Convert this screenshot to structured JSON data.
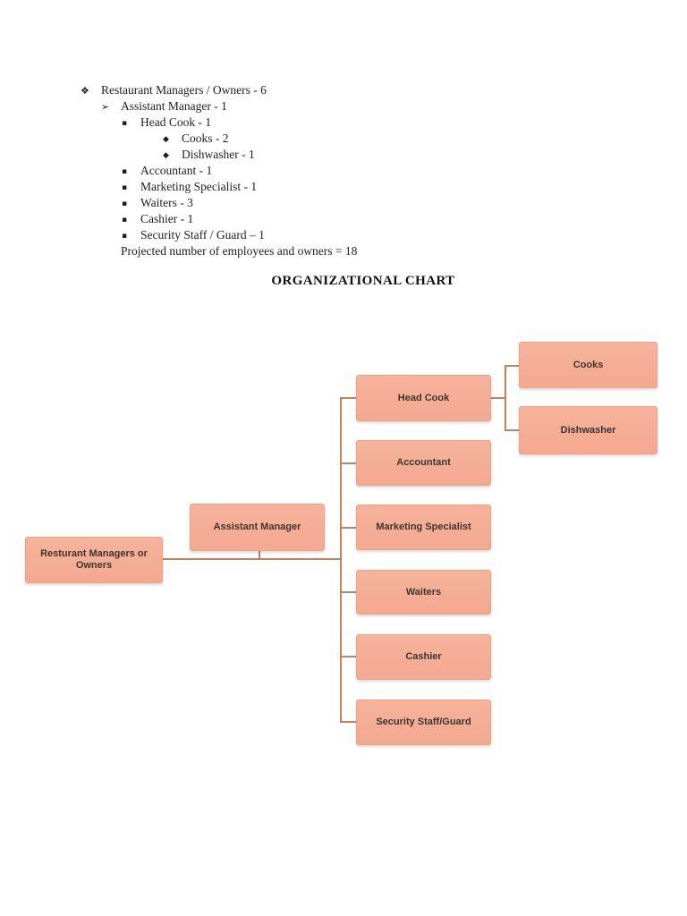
{
  "outline": {
    "items": [
      {
        "bullet": "❖",
        "label": "Restaurant Managers / Owners - 6"
      },
      {
        "bullet": "➢",
        "label": "Assistant Manager - 1"
      },
      {
        "bullet": "▪",
        "label": "Head Cook - 1"
      },
      {
        "bullet": "◆",
        "label": "Cooks - 2"
      },
      {
        "bullet": "◆",
        "label": "Dishwasher - 1"
      },
      {
        "bullet": "▪",
        "label": "Accountant - 1"
      },
      {
        "bullet": "▪",
        "label": "Marketing Specialist - 1"
      },
      {
        "bullet": "▪",
        "label": "Waiters - 3"
      },
      {
        "bullet": "▪",
        "label": "Cashier - 1"
      },
      {
        "bullet": "▪",
        "label": "Security Staff / Guard – 1"
      },
      {
        "bullet": "",
        "label": "Projected number of employees and owners = 18"
      }
    ]
  },
  "chart": {
    "title": "ORGANIZATIONAL CHART",
    "colors": {
      "node_fill": "#F5AE97",
      "node_border": "#EDA287",
      "connector": "#BE8360",
      "node_text": "#3A3531"
    },
    "nodes": {
      "root": "Resturant Managers or Owners",
      "assistant": "Assistant Manager",
      "head_cook": "Head Cook",
      "accountant": "Accountant",
      "marketing": "Marketing Specialist",
      "waiters": "Waiters",
      "cashier": "Cashier",
      "security": "Security Staff/Guard",
      "cooks": "Cooks",
      "dishwasher": "Dishwasher"
    }
  }
}
